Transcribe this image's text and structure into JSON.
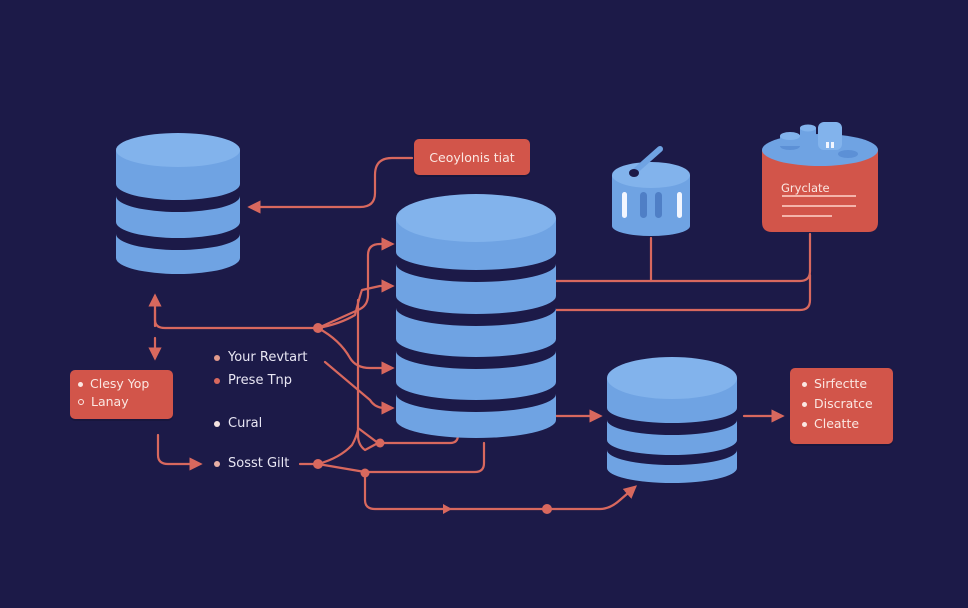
{
  "colors": {
    "background": "#1c1a48",
    "cylinder": "#6fa3e3",
    "cylinder_top": "#7fb0ea",
    "band": "#1c1a48",
    "connector": "#d8685e",
    "box": "#d2554a",
    "box_text": "#fbe7e2"
  },
  "boxes": {
    "top_label": "Ceoylonis tiat",
    "left_box": [
      "Clesy Yop",
      "Lanay"
    ],
    "right_box": [
      "Sirfectte",
      "Discratce",
      "Cleatte"
    ],
    "card_title": "Gryclate"
  },
  "labels": [
    {
      "text": "Your Revtart",
      "bullet": "#e29a8c"
    },
    {
      "text": "Prese Tnp",
      "bullet": "#d8685e"
    },
    {
      "text": "Cural",
      "bullet": "#f4e3e0"
    },
    {
      "text": "Sosst Gilt",
      "bullet": "#e8b0a6"
    }
  ]
}
